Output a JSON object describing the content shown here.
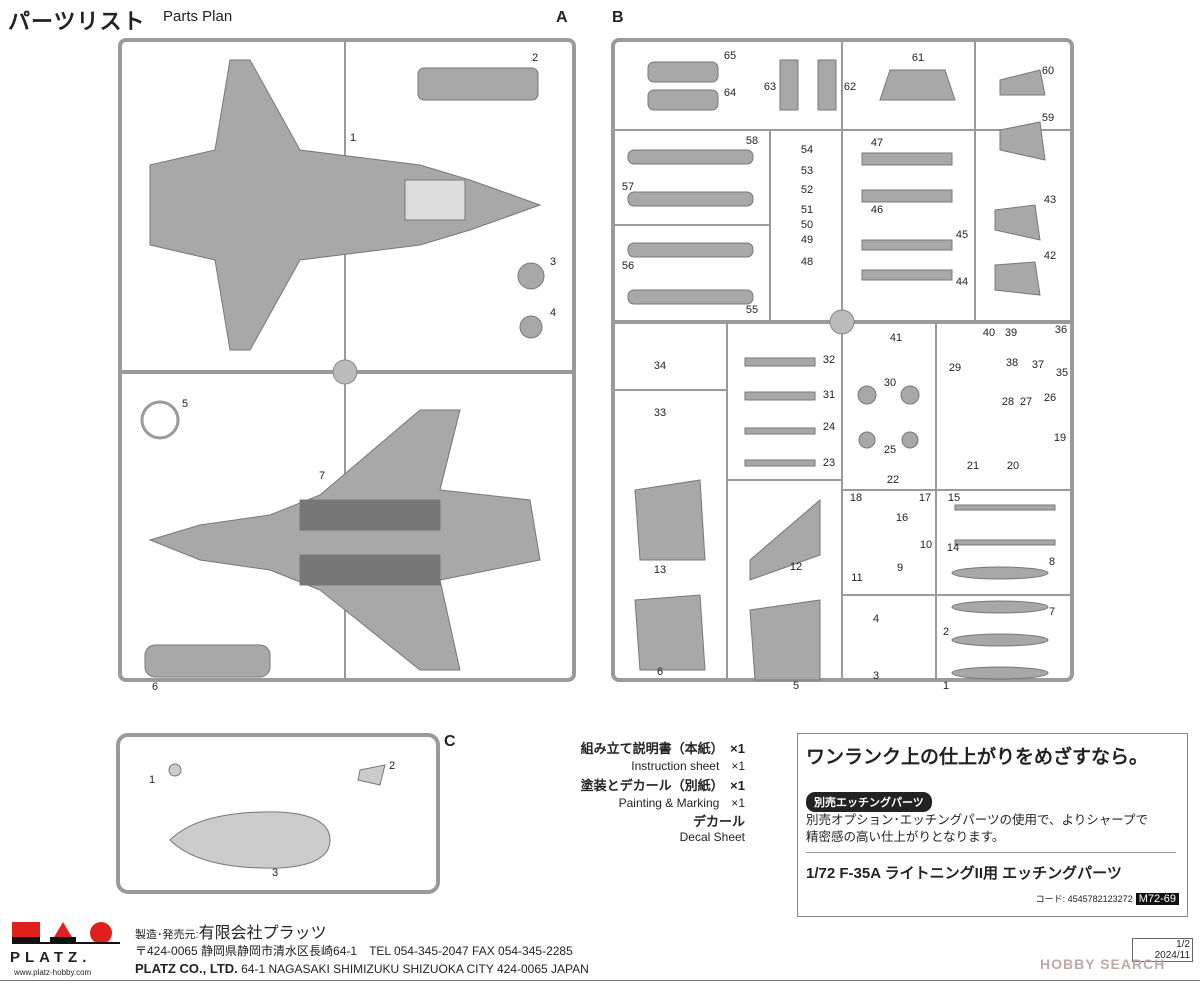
{
  "header": {
    "title": "パーツリスト",
    "subtitle": "Parts Plan"
  },
  "sprues": {
    "A": {
      "letter": "A",
      "parts": [
        "1",
        "2",
        "3",
        "4",
        "5",
        "7",
        "6"
      ]
    },
    "B": {
      "letter": "B",
      "parts": [
        "65",
        "64",
        "63",
        "62",
        "61",
        "60",
        "58",
        "57",
        "54",
        "53",
        "52",
        "51",
        "50",
        "49",
        "48",
        "47",
        "46",
        "43",
        "45",
        "44",
        "42",
        "56",
        "55",
        "59",
        "41",
        "40",
        "39",
        "36",
        "34",
        "32",
        "38",
        "37",
        "35",
        "29",
        "30",
        "31",
        "28",
        "27",
        "26",
        "33",
        "24",
        "19",
        "25",
        "23",
        "21",
        "20",
        "22",
        "18",
        "17",
        "15",
        "16",
        "10",
        "14",
        "8",
        "13",
        "12",
        "11",
        "9",
        "7",
        "4",
        "2",
        "6",
        "5",
        "3",
        "1"
      ]
    },
    "C": {
      "letter": "C",
      "parts": [
        "1",
        "2",
        "3"
      ]
    }
  },
  "colors": {
    "sprue": "#9a9a9a",
    "part_fill": "#a8a8a8",
    "logo_red": "#e0201c"
  },
  "included": [
    {
      "jp": "組み立て説明書（本紙）　×1",
      "en": "Instruction sheet　×1"
    },
    {
      "jp": "塗装とデカール（別紙）　×1",
      "en": "Painting & Marking　×1"
    },
    {
      "jp": "デカール",
      "en": "Decal Sheet"
    }
  ],
  "promo": {
    "headline": "ワンランク上の仕上がりをめざすなら。",
    "badge": "別売エッチングパーツ",
    "description_1": "別売オプション･エッチングパーツの使用で、よりシャープで",
    "description_2": "精密感の高い仕上がりとなります。",
    "product": "1/72 F-35A ライトニングII用 エッチングパーツ",
    "code_label": "コード: 4545782123272",
    "product_code": "M72-69"
  },
  "footer": {
    "mfr_label": "製造･発売元:",
    "mfr_name": "有限会社プラッツ",
    "address": "〒424-0065 静岡県静岡市清水区長崎64-1　TEL 054-345-2047 FAX 054-345-2285",
    "company_en": "PLATZ CO., LTD.",
    "address_en": " 64-1 NAGASAKI SHIMIZUKU SHIZUOKA CITY 424-0065 JAPAN",
    "logo_text": "PLATZ.",
    "logo_url": "www.platz-hobby.com",
    "page": "1/2",
    "date": "2024/11",
    "watermark": "HOBBY SEARCH"
  }
}
